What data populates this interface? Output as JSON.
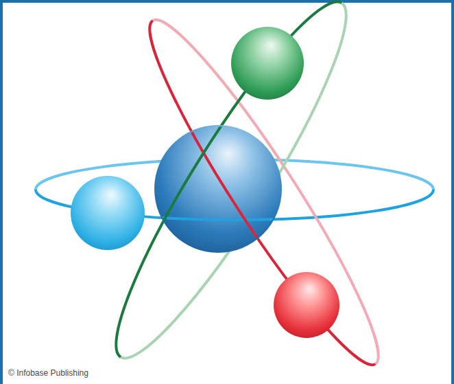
{
  "diagram": {
    "nodes": [
      {
        "text": [
          "–"
        ]
      },
      {
        "text": [
          "+",
          "+",
          "+"
        ]
      },
      {
        "text": [
          "–"
        ]
      },
      {
        "text": [
          "–"
        ]
      }
    ],
    "labels": [
      "© Infobase Publishing"
    ]
  }
}
